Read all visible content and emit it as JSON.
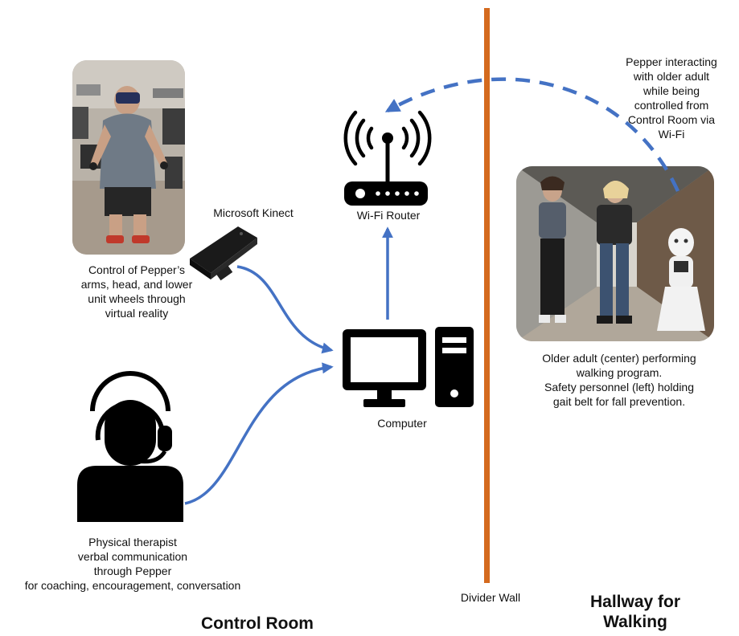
{
  "colors": {
    "arrow": "#4472c4",
    "wall": "#d46a1e",
    "icon": "#000000",
    "background": "#ffffff"
  },
  "photos": {
    "vr_user": {
      "name": "vr-operator-photo"
    },
    "hallway": {
      "name": "hallway-walking-photo"
    }
  },
  "icons": {
    "kinect": "microsoft-kinect-icon",
    "router": "wifi-router-icon",
    "computer": "desktop-computer-icon",
    "therapist": "headset-person-icon"
  },
  "labels": {
    "kinect": "Microsoft Kinect",
    "router": "Wi-Fi Router",
    "computer": "Computer",
    "divider_wall": "Divider Wall"
  },
  "captions": {
    "vr_control": [
      "Control of Pepper’s",
      "arms, head, and lower",
      "unit wheels through",
      "virtual reality"
    ],
    "therapist": [
      "Physical therapist",
      "verbal communication",
      "through Pepper",
      "for coaching, encouragement, conversation"
    ],
    "pepper_wifi": [
      "Pepper interacting",
      "with older adult",
      "while being",
      "controlled from",
      "Control Room via",
      "Wi-Fi"
    ],
    "hallway_photo": [
      "Older adult (center) performing",
      "walking program.",
      "Safety personnel (left) holding",
      "gait belt for fall prevention."
    ]
  },
  "sections": {
    "control_room": [
      "Control Room"
    ],
    "hallway": [
      "Hallway for",
      "Walking"
    ]
  }
}
